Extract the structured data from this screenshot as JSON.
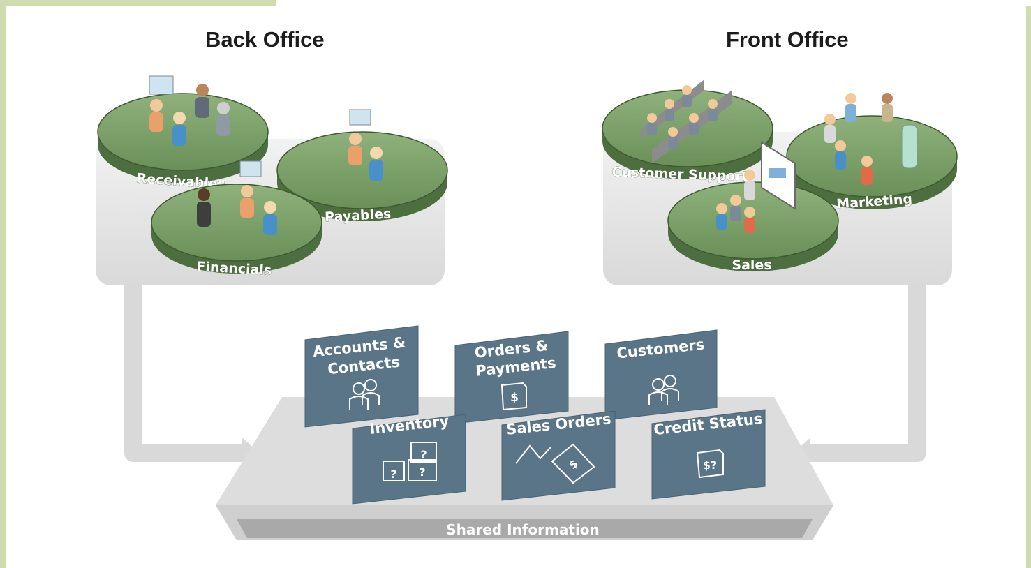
{
  "back_office": {
    "title": "Back Office",
    "departments": [
      "Receivables",
      "Payables",
      "Financials"
    ]
  },
  "front_office": {
    "title": "Front Office",
    "departments": [
      "Customer Support",
      "Marketing",
      "Sales"
    ]
  },
  "shared_info": {
    "label": "Shared Information",
    "items": [
      "Accounts & Contacts",
      "Orders & Payments",
      "Customers",
      "Inventory",
      "Sales Orders",
      "Credit Status"
    ]
  },
  "icons": [
    "people-icon",
    "dollar-document-icon",
    "question-boxes-icon",
    "chart-dollar-icon",
    "dollar-question-icon"
  ],
  "colors": {
    "platform_green": "#6a8f58",
    "info_box": "#5a7488",
    "background_gray": "#e2e2e2",
    "frame_green": "#cfdcb0"
  }
}
